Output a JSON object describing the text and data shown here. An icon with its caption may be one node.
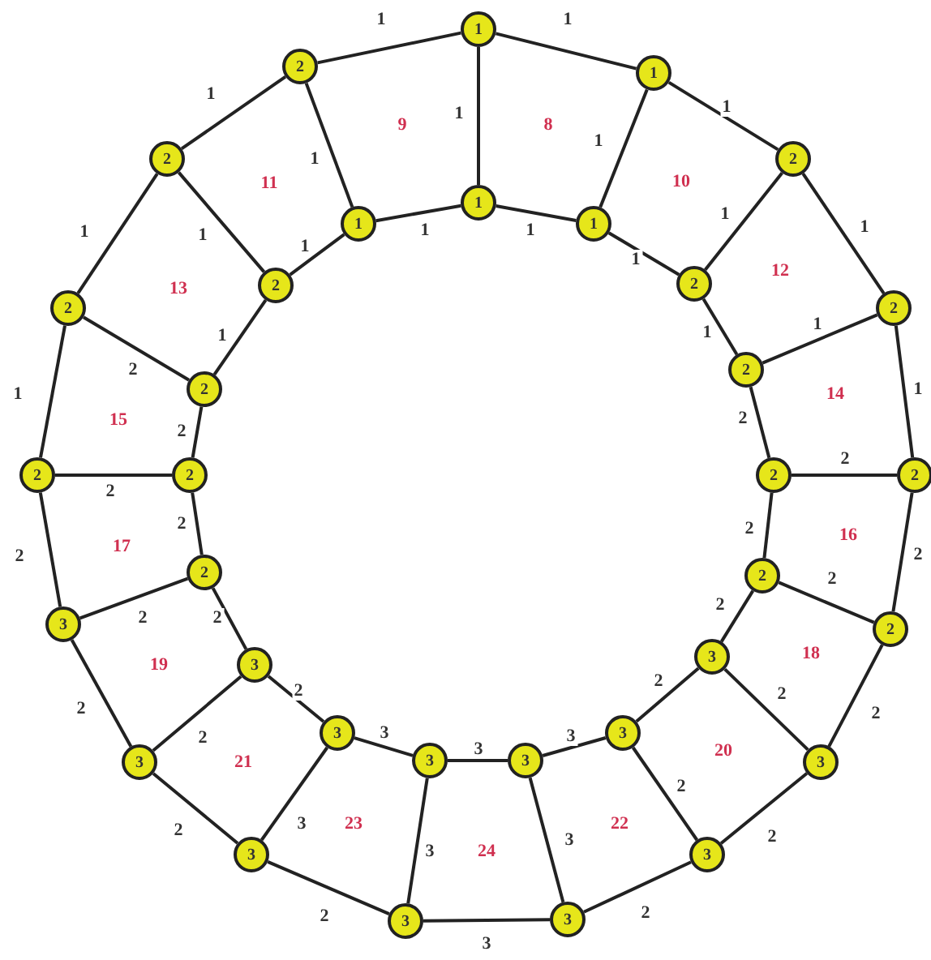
{
  "diagram": {
    "nodes": [
      {
        "text": [
          "1"
        ]
      },
      {
        "text": [
          "1"
        ]
      },
      {
        "text": [
          "2"
        ]
      },
      {
        "text": [
          "2"
        ]
      },
      {
        "text": [
          "2"
        ]
      },
      {
        "text": [
          "2"
        ]
      },
      {
        "text": [
          "3"
        ]
      },
      {
        "text": [
          "3"
        ]
      },
      {
        "text": [
          "3"
        ]
      },
      {
        "text": [
          "3"
        ]
      },
      {
        "text": [
          "3"
        ]
      },
      {
        "text": [
          "3"
        ]
      },
      {
        "text": [
          "3"
        ]
      },
      {
        "text": [
          "2"
        ]
      },
      {
        "text": [
          "2"
        ]
      },
      {
        "text": [
          "2"
        ]
      },
      {
        "text": [
          "2"
        ]
      },
      {
        "text": [
          "1"
        ]
      },
      {
        "text": [
          "1"
        ]
      },
      {
        "text": [
          "2"
        ]
      },
      {
        "text": [
          "2"
        ]
      },
      {
        "text": [
          "2"
        ]
      },
      {
        "text": [
          "2"
        ]
      },
      {
        "text": [
          "3"
        ]
      },
      {
        "text": [
          "3"
        ]
      },
      {
        "text": [
          "3"
        ]
      },
      {
        "text": [
          "3"
        ]
      },
      {
        "text": [
          "3"
        ]
      },
      {
        "text": [
          "3"
        ]
      },
      {
        "text": [
          "2"
        ]
      },
      {
        "text": [
          "2"
        ]
      },
      {
        "text": [
          "2"
        ]
      },
      {
        "text": [
          "2"
        ]
      },
      {
        "text": [
          "1"
        ]
      }
    ],
    "edges": [
      {
        "from": 0,
        "to": 1,
        "arrow": "none",
        "label": "1"
      },
      {
        "from": 1,
        "to": 2,
        "arrow": "none",
        "label": "1"
      },
      {
        "from": 2,
        "to": 3,
        "arrow": "none",
        "label": "1"
      },
      {
        "from": 3,
        "to": 4,
        "arrow": "none",
        "label": "1"
      },
      {
        "from": 4,
        "to": 5,
        "arrow": "none",
        "label": "2"
      },
      {
        "from": 5,
        "to": 6,
        "arrow": "none",
        "label": "2"
      },
      {
        "from": 6,
        "to": 7,
        "arrow": "none",
        "label": "2"
      },
      {
        "from": 7,
        "to": 8,
        "arrow": "none",
        "label": "2"
      },
      {
        "from": 8,
        "to": 9,
        "arrow": "none",
        "label": "3"
      },
      {
        "from": 9,
        "to": 10,
        "arrow": "none",
        "label": "2"
      },
      {
        "from": 10,
        "to": 11,
        "arrow": "none",
        "label": "2"
      },
      {
        "from": 11,
        "to": 12,
        "arrow": "none",
        "label": "2"
      },
      {
        "from": 12,
        "to": 13,
        "arrow": "none",
        "label": "2"
      },
      {
        "from": 13,
        "to": 14,
        "arrow": "none",
        "label": "1"
      },
      {
        "from": 14,
        "to": 15,
        "arrow": "none",
        "label": "1"
      },
      {
        "from": 15,
        "to": 16,
        "arrow": "none",
        "label": "1"
      },
      {
        "from": 16,
        "to": 0,
        "arrow": "none",
        "label": "1"
      },
      {
        "from": 17,
        "to": 18,
        "arrow": "none",
        "label": "1"
      },
      {
        "from": 18,
        "to": 19,
        "arrow": "none",
        "label": "1"
      },
      {
        "from": 19,
        "to": 20,
        "arrow": "none",
        "label": "1"
      },
      {
        "from": 20,
        "to": 21,
        "arrow": "none",
        "label": "2"
      },
      {
        "from": 21,
        "to": 22,
        "arrow": "none",
        "label": "2"
      },
      {
        "from": 22,
        "to": 23,
        "arrow": "none",
        "label": "2"
      },
      {
        "from": 23,
        "to": 24,
        "arrow": "none",
        "label": "2"
      },
      {
        "from": 24,
        "to": 25,
        "arrow": "none",
        "label": "3"
      },
      {
        "from": 25,
        "to": 26,
        "arrow": "none",
        "label": "3"
      },
      {
        "from": 26,
        "to": 27,
        "arrow": "none",
        "label": "3"
      },
      {
        "from": 27,
        "to": 28,
        "arrow": "none",
        "label": "2"
      },
      {
        "from": 28,
        "to": 29,
        "arrow": "none",
        "label": "2"
      },
      {
        "from": 29,
        "to": 30,
        "arrow": "none",
        "label": "2"
      },
      {
        "from": 30,
        "to": 31,
        "arrow": "none",
        "label": "2"
      },
      {
        "from": 31,
        "to": 32,
        "arrow": "none",
        "label": "1"
      },
      {
        "from": 32,
        "to": 33,
        "arrow": "none",
        "label": "1"
      },
      {
        "from": 33,
        "to": 17,
        "arrow": "none",
        "label": "1"
      },
      {
        "from": 0,
        "to": 17,
        "arrow": "none",
        "label": "1"
      },
      {
        "from": 1,
        "to": 18,
        "arrow": "none",
        "label": "1"
      },
      {
        "from": 2,
        "to": 19,
        "arrow": "none",
        "label": "1"
      },
      {
        "from": 3,
        "to": 20,
        "arrow": "none",
        "label": "1"
      },
      {
        "from": 4,
        "to": 21,
        "arrow": "none",
        "label": "2"
      },
      {
        "from": 5,
        "to": 22,
        "arrow": "none",
        "label": "2"
      },
      {
        "from": 6,
        "to": 23,
        "arrow": "none",
        "label": "2"
      },
      {
        "from": 7,
        "to": 24,
        "arrow": "none",
        "label": "2"
      },
      {
        "from": 8,
        "to": 25,
        "arrow": "none",
        "label": "3"
      },
      {
        "from": 9,
        "to": 26,
        "arrow": "none",
        "label": "3"
      },
      {
        "from": 10,
        "to": 27,
        "arrow": "none",
        "label": "3"
      },
      {
        "from": 11,
        "to": 28,
        "arrow": "none",
        "label": "2"
      },
      {
        "from": 12,
        "to": 29,
        "arrow": "none",
        "label": "2"
      },
      {
        "from": 13,
        "to": 30,
        "arrow": "none",
        "label": "2"
      },
      {
        "from": 14,
        "to": 31,
        "arrow": "none",
        "label": "2"
      },
      {
        "from": 15,
        "to": 32,
        "arrow": "none",
        "label": "1"
      },
      {
        "from": 16,
        "to": 33,
        "arrow": "none",
        "label": "1"
      }
    ],
    "labels": [
      "9",
      "8",
      "10",
      "11",
      "12",
      "13",
      "14",
      "15",
      "16",
      "17",
      "18",
      "19",
      "20",
      "21",
      "22",
      "23",
      "24"
    ]
  }
}
